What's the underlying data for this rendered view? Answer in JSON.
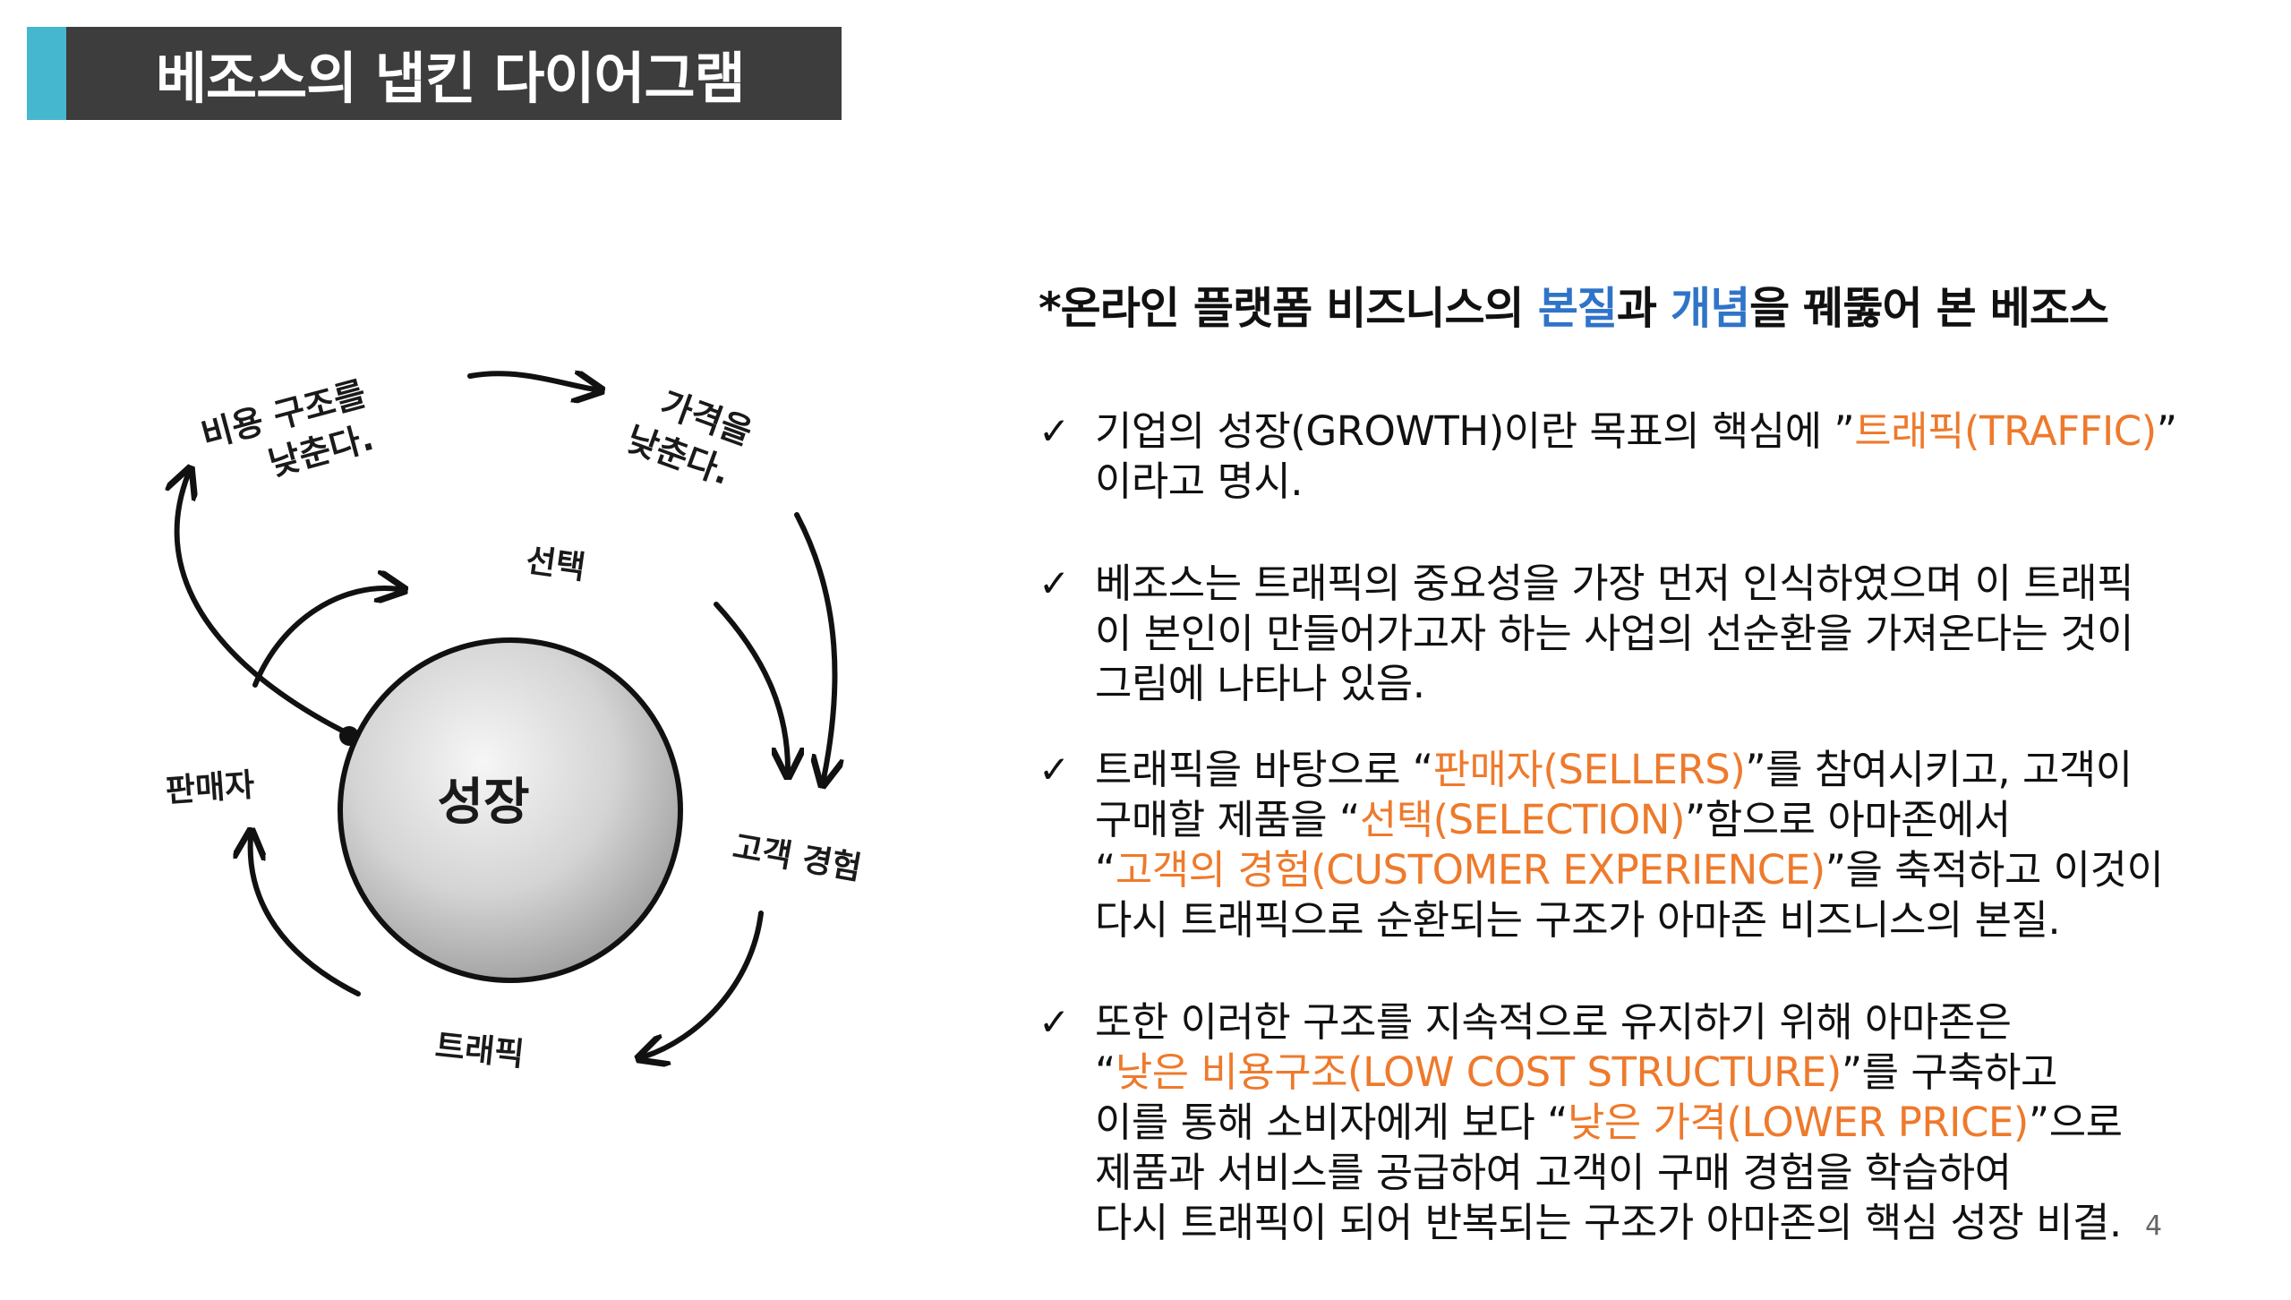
{
  "title": "베조스의 냅킨 다이어그램",
  "diagram": {
    "center": "성장",
    "labels": {
      "cost": [
        "비용 구조를",
        "낮춘다."
      ],
      "price": [
        "가격을",
        "낮춘다."
      ],
      "selection": "선택",
      "experience": "고객 경험",
      "traffic": "트래픽",
      "sellers": "판매자"
    }
  },
  "headline": {
    "prefix": "*온라인 플랫폼 비즈니스의 ",
    "blue1": "본질",
    "mid": "과 ",
    "blue2": "개념",
    "suffix": "을 꿰뚫어 본 베조스"
  },
  "check_icon": "✓",
  "items": [
    {
      "lines": [
        {
          "a": "기업의 성장(GROWTH)이란 목표의 핵심에 ”",
          "o": "트래픽(TRAFFIC)",
          "b": "”"
        },
        {
          "a": "이라고 명시."
        }
      ]
    },
    {
      "lines": [
        {
          "a": "베조스는 트래픽의 중요성을 가장 먼저 인식하였으며 이 트래픽"
        },
        {
          "a": "이 본인이 만들어가고자 하는 사업의 선순환을 가져온다는 것이"
        },
        {
          "a": "그림에 나타나 있음."
        }
      ]
    },
    {
      "lines": [
        {
          "a": "트래픽을 바탕으로 “",
          "o": "판매자(SELLERS)",
          "b": "”를 참여시키고, 고객이"
        },
        {
          "a": "구매할 제품을 “",
          "o": "선택(SELECTION)",
          "b": "”함으로 아마존에서"
        },
        {
          "a": "“",
          "o": "고객의 경험(CUSTOMER EXPERIENCE)",
          "b": "”을 축적하고 이것이"
        },
        {
          "a": "다시 트래픽으로 순환되는 구조가 아마존 비즈니스의 본질."
        }
      ]
    },
    {
      "lines": [
        {
          "a": "또한 이러한 구조를 지속적으로 유지하기 위해 아마존은"
        },
        {
          "a": "“",
          "o": "낮은 비용구조(LOW COST STRUCTURE)",
          "b": "”를 구축하고"
        },
        {
          "a": "이를 통해 소비자에게 보다 “",
          "o": "낮은 가격(LOWER PRICE)",
          "b": "”으로"
        },
        {
          "a": "제품과 서비스를 공급하여 고객이 구매 경험을 학습하여"
        },
        {
          "a": "다시 트래픽이 되어 반복되는 구조가 아마존의 핵심 성장 비결."
        }
      ]
    }
  ],
  "page_number": "4",
  "colors": {
    "accent_teal": "#45b8cf",
    "title_bg": "#3d3d3d",
    "blue": "#2f74c8",
    "orange": "#ee7a2c"
  }
}
